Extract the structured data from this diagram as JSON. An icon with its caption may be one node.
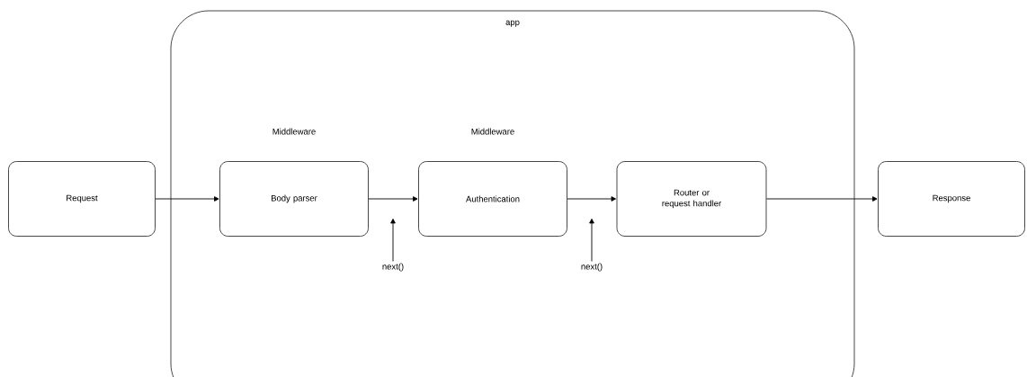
{
  "diagram": {
    "nodes": [
      {
        "text": [
          "app"
        ]
      },
      {
        "text": [
          "Request"
        ]
      },
      {
        "text": [
          "Body parser"
        ],
        "in": 0,
        "beside": [
          "Middleware"
        ]
      },
      {
        "text": [
          "Authentication"
        ],
        "in": 0,
        "beside": [
          "Middleware"
        ]
      },
      {
        "text": [
          "Router or request handler"
        ],
        "in": 0
      },
      {
        "text": [
          "Response"
        ]
      },
      {
        "text": [
          "next()"
        ],
        "in": 0
      },
      {
        "text": [
          "next()"
        ],
        "in": 0
      }
    ],
    "edges": [
      {
        "from": 1,
        "to": 2,
        "arrow": "to"
      },
      {
        "from": 2,
        "to": 3,
        "arrow": "to"
      },
      {
        "from": 3,
        "to": 4,
        "arrow": "to"
      },
      {
        "from": 4,
        "to": 5,
        "arrow": "to"
      },
      {
        "from": 6,
        "to": null,
        "arrow": "to"
      },
      {
        "from": 7,
        "to": null,
        "arrow": "to"
      }
    ]
  }
}
